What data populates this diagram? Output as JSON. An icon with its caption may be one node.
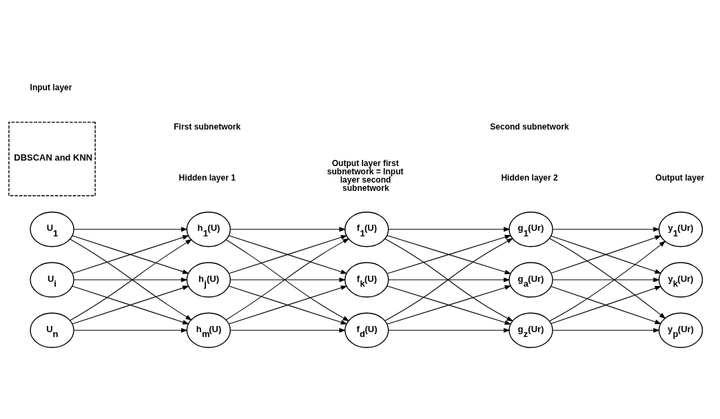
{
  "diagram": {
    "nodes": [
      {
        "text": [
          "U$_{1}$"
        ]
      },
      {
        "text": [
          "U$_{i}$"
        ]
      },
      {
        "text": [
          "U$_{n}$"
        ]
      },
      {
        "text": [
          "DBSCAN and KNN"
        ]
      },
      {
        "text": [
          "h$_{1}$(U)"
        ]
      },
      {
        "text": [
          "h$_{j}$(U)"
        ]
      },
      {
        "text": [
          "h$_{m}$(U)"
        ]
      },
      {
        "text": [
          "f$_{1}$(U)"
        ]
      },
      {
        "text": [
          "f$_{k}$(U)"
        ]
      },
      {
        "text": [
          "f$_{d}$(U)"
        ]
      },
      {
        "text": [
          "g$_{1}$(Ur)"
        ]
      },
      {
        "text": [
          "g$_{a}$(Ur)"
        ]
      },
      {
        "text": [
          "g$_{z}$(Ur)"
        ]
      },
      {
        "text": [
          "y$_{1}$(Ur)"
        ]
      },
      {
        "text": [
          "y$_{k}$(Ur)"
        ]
      },
      {
        "text": [
          "y$_{p}$(Ur)"
        ]
      }
    ],
    "edges": [
      {
        "from": 0,
        "to": 4,
        "arrow": "to"
      },
      {
        "from": 0,
        "to": 5,
        "arrow": "to"
      },
      {
        "from": 0,
        "to": 6,
        "arrow": "to"
      },
      {
        "from": 1,
        "to": 4,
        "arrow": "to"
      },
      {
        "from": 1,
        "to": 5,
        "arrow": "to"
      },
      {
        "from": 1,
        "to": 6,
        "arrow": "to"
      },
      {
        "from": 2,
        "to": 4,
        "arrow": "to"
      },
      {
        "from": 2,
        "to": 5,
        "arrow": "to"
      },
      {
        "from": 2,
        "to": 6,
        "arrow": "to"
      },
      {
        "from": 4,
        "to": 7,
        "arrow": "to"
      },
      {
        "from": 4,
        "to": 8,
        "arrow": "to"
      },
      {
        "from": 4,
        "to": 9,
        "arrow": "to"
      },
      {
        "from": 5,
        "to": 7,
        "arrow": "to"
      },
      {
        "from": 5,
        "to": 8,
        "arrow": "to"
      },
      {
        "from": 5,
        "to": 9,
        "arrow": "to"
      },
      {
        "from": 6,
        "to": 7,
        "arrow": "to"
      },
      {
        "from": 6,
        "to": 8,
        "arrow": "to"
      },
      {
        "from": 6,
        "to": 9,
        "arrow": "to"
      },
      {
        "from": 7,
        "to": 10,
        "arrow": "to"
      },
      {
        "from": 7,
        "to": 11,
        "arrow": "to"
      },
      {
        "from": 7,
        "to": 12,
        "arrow": "to"
      },
      {
        "from": 8,
        "to": 10,
        "arrow": "to"
      },
      {
        "from": 8,
        "to": 11,
        "arrow": "to"
      },
      {
        "from": 8,
        "to": 12,
        "arrow": "to"
      },
      {
        "from": 9,
        "to": 10,
        "arrow": "to"
      },
      {
        "from": 9,
        "to": 11,
        "arrow": "to"
      },
      {
        "from": 9,
        "to": 12,
        "arrow": "to"
      },
      {
        "from": 10,
        "to": 13,
        "arrow": "to"
      },
      {
        "from": 10,
        "to": 14,
        "arrow": "to"
      },
      {
        "from": 10,
        "to": 15,
        "arrow": "to"
      },
      {
        "from": 11,
        "to": 13,
        "arrow": "to"
      },
      {
        "from": 11,
        "to": 14,
        "arrow": "to"
      },
      {
        "from": 11,
        "to": 15,
        "arrow": "to"
      },
      {
        "from": 12,
        "to": 13,
        "arrow": "to"
      },
      {
        "from": 12,
        "to": 14,
        "arrow": "to"
      },
      {
        "from": 12,
        "to": 15,
        "arrow": "to"
      }
    ],
    "labels": [
      "Input layer",
      "Hidden layer 1",
      "Output layer first subnetwork = Input layer second subnetwork",
      "Hidden layer 2",
      "Output layer",
      "First subnetwork",
      "Second subnetwork"
    ]
  }
}
